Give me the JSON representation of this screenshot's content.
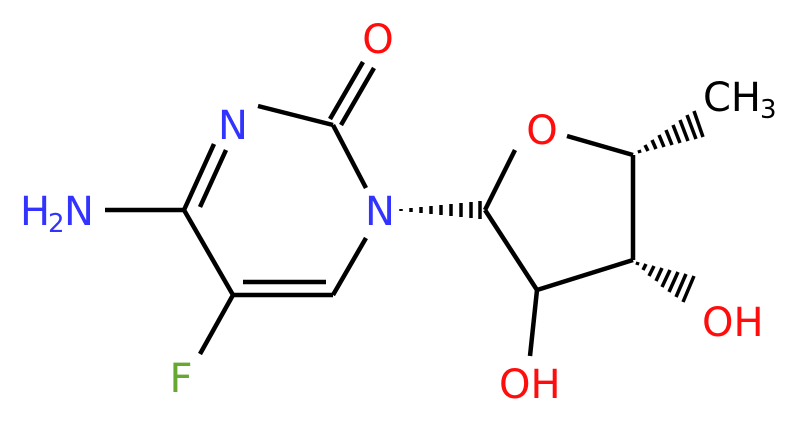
{
  "molecule": {
    "colors": {
      "bond": "#000000",
      "nitrogen": "#3333ff",
      "oxygen": "#ff0d0d",
      "fluorine": "#66a832",
      "carbon": "#000000"
    },
    "labels": {
      "o_carbonyl": "O",
      "n3": "N",
      "n1": "N",
      "nh2_main": "H",
      "nh2_sub": "2",
      "nh2_n": "N",
      "f": "F",
      "o_ring": "O",
      "ch3_main": "CH",
      "ch3_sub": "3",
      "oh_3": "OH",
      "oh_2": "OH"
    }
  }
}
